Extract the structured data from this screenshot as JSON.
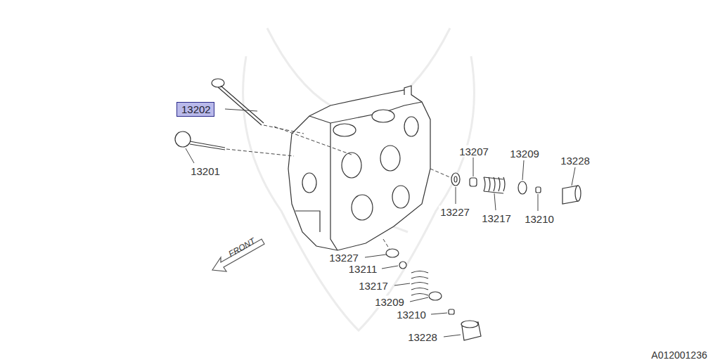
{
  "diagram": {
    "nodes": [
      {
        "text": [
          "13202"
        ]
      }
    ],
    "labels": [
      "13201",
      "13207",
      "13209",
      "13228",
      "13227",
      "13217",
      "13210",
      "13227",
      "13211",
      "13217",
      "13209",
      "13210",
      "13228",
      "FRONT",
      "A012001236"
    ]
  }
}
